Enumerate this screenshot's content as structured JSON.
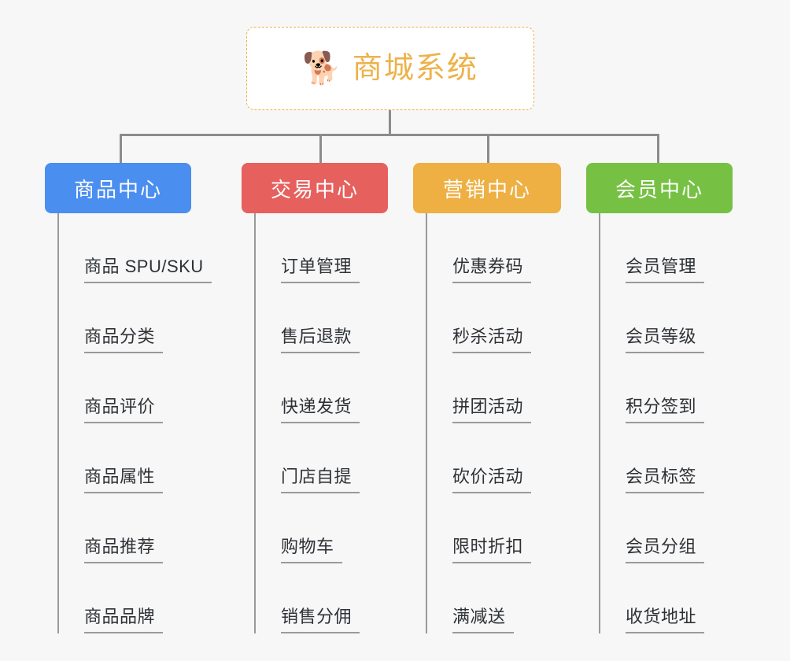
{
  "root": {
    "icon": "shiba-dog-face-icon",
    "icon_glyph": "🐕",
    "title": "商城系统",
    "border_color": "#edb24a",
    "text_color": "#edb24a",
    "background": "#ffffff"
  },
  "canvas": {
    "background": "#f7f7f7",
    "connector_color": "#8c8c8c",
    "leaf_line_color": "#9a9a9a",
    "leaf_text_color": "#2e3135"
  },
  "columns": [
    {
      "id": "product-center",
      "label": "商品中心",
      "color": "#4a8ef0",
      "items": [
        {
          "label": "商品 SPU/SKU"
        },
        {
          "label": "商品分类"
        },
        {
          "label": "商品评价"
        },
        {
          "label": "商品属性"
        },
        {
          "label": "商品推荐"
        },
        {
          "label": "商品品牌"
        }
      ]
    },
    {
      "id": "trade-center",
      "label": "交易中心",
      "color": "#e6605e",
      "items": [
        {
          "label": "订单管理"
        },
        {
          "label": "售后退款"
        },
        {
          "label": "快递发货"
        },
        {
          "label": "门店自提"
        },
        {
          "label": "购物车"
        },
        {
          "label": "销售分佣"
        }
      ]
    },
    {
      "id": "marketing-center",
      "label": "营销中心",
      "color": "#eeb043",
      "items": [
        {
          "label": "优惠券码"
        },
        {
          "label": "秒杀活动"
        },
        {
          "label": "拼团活动"
        },
        {
          "label": "砍价活动"
        },
        {
          "label": "限时折扣"
        },
        {
          "label": "满减送"
        }
      ]
    },
    {
      "id": "member-center",
      "label": "会员中心",
      "color": "#76c143",
      "items": [
        {
          "label": "会员管理"
        },
        {
          "label": "会员等级"
        },
        {
          "label": "积分签到"
        },
        {
          "label": "会员标签"
        },
        {
          "label": "会员分组"
        },
        {
          "label": "收货地址"
        }
      ]
    }
  ]
}
